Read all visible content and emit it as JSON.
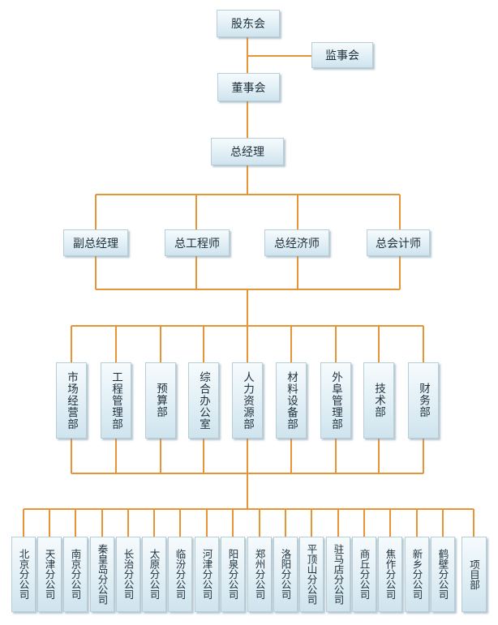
{
  "colors": {
    "connector": "#e79437",
    "box_fill": "#dcecf3",
    "box_border": "#b7ced9",
    "text": "#1e2f3b"
  },
  "org": {
    "shareholders": "股东会",
    "supervisors": "监事会",
    "board": "董事会",
    "gm": "总经理",
    "deputies": [
      "副总经理",
      "总工程师",
      "总经济师",
      "总会计师"
    ],
    "departments": [
      "市场经营部",
      "工程管理部",
      "预算部",
      "综合办公室",
      "人力资源部",
      "材料设备部",
      "外阜管理部",
      "技术部",
      "财务部"
    ],
    "branches": [
      "北京分公司",
      "天津分公司",
      "南京分公司",
      "秦皇岛分公司",
      "长治分公司",
      "太原分公司",
      "临汾分公司",
      "河津分公司",
      "阳泉分公司",
      "郑州分公司",
      "洛阳分公司",
      "平顶山分公司",
      "驻马店分公司",
      "商丘分公司",
      "焦作分公司",
      "新乡分公司",
      "鹤壁分公司",
      "项目部"
    ]
  }
}
